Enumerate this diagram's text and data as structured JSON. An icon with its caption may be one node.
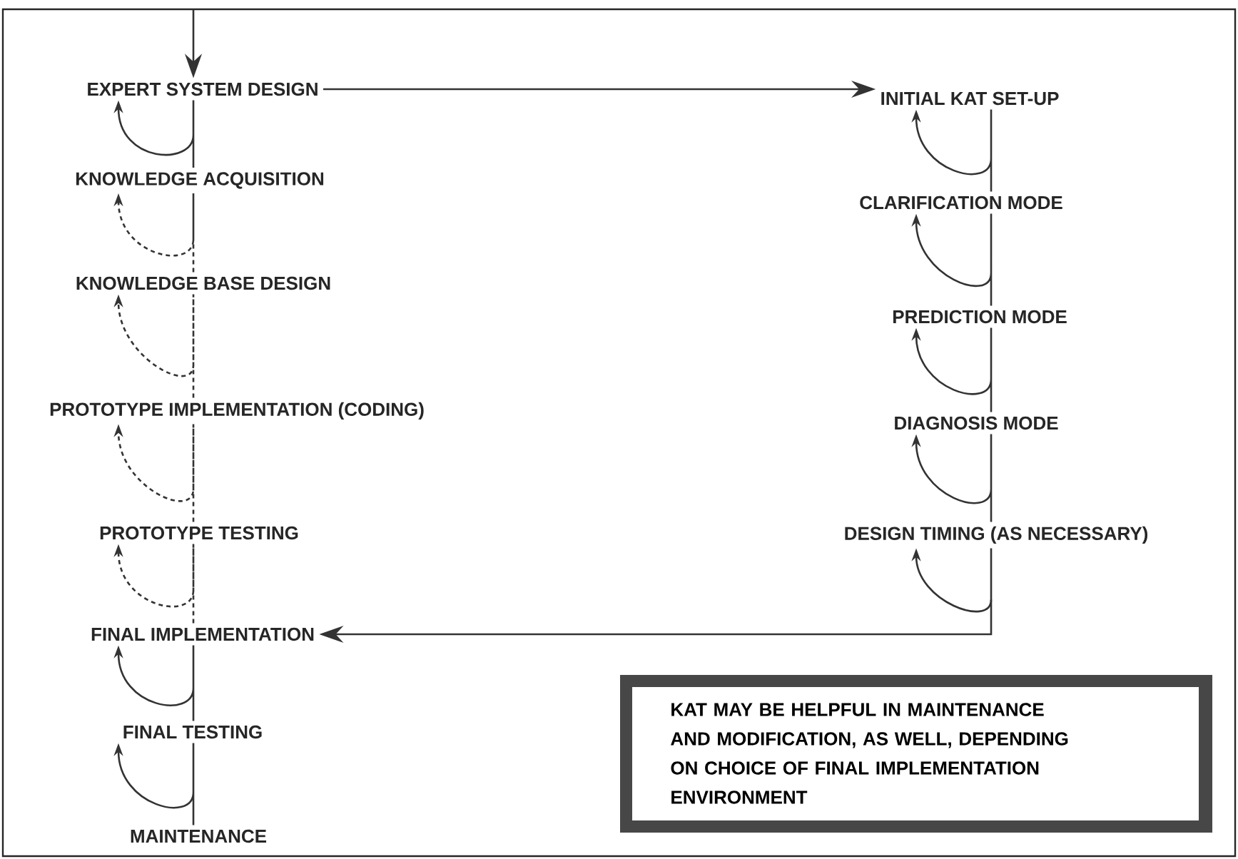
{
  "diagram": {
    "nodes": [
      {
        "text": [
          "EXPERT SYSTEM DESIGN"
        ]
      },
      {
        "text": [
          "KNOWLEDGE ACQUISITION"
        ]
      },
      {
        "text": [
          "KNOWLEDGE BASE DESIGN"
        ]
      },
      {
        "text": [
          "PROTOTYPE IMPLEMENTATION (CODING)"
        ]
      },
      {
        "text": [
          "PROTOTYPE TESTING"
        ]
      },
      {
        "text": [
          "FINAL IMPLEMENTATION"
        ]
      },
      {
        "text": [
          "FINAL TESTING"
        ]
      },
      {
        "text": [
          "MAINTENANCE"
        ]
      },
      {
        "text": [
          "INITIAL KAT SET-UP"
        ]
      },
      {
        "text": [
          "CLARIFICATION MODE"
        ]
      },
      {
        "text": [
          "PREDICTION MODE"
        ]
      },
      {
        "text": [
          "DIAGNOSIS MODE"
        ]
      },
      {
        "text": [
          "DESIGN TIMING (AS NECESSARY)"
        ]
      },
      {
        "text": [
          "KAT MAY BE HELPFUL IN MAINTENANCE AND MODIFICATION, AS WELL, DEPENDING ON CHOICE OF FINAL IMPLEMENTATION ENVIRONMENT"
        ]
      }
    ],
    "edges": [
      {
        "from": null,
        "to": 0,
        "arrow": "to"
      },
      {
        "from": 0,
        "to": 8,
        "arrow": "to"
      },
      {
        "from": 1,
        "to": 0,
        "arrow": "to"
      },
      {
        "from": 2,
        "to": 1,
        "arrow": "to",
        "style": "dashed"
      },
      {
        "from": 3,
        "to": 2,
        "arrow": "to",
        "style": "dashed"
      },
      {
        "from": 4,
        "to": 3,
        "arrow": "to",
        "style": "dashed"
      },
      {
        "from": 5,
        "to": 4,
        "arrow": "to",
        "style": "dashed"
      },
      {
        "from": 6,
        "to": 5,
        "arrow": "to"
      },
      {
        "from": 7,
        "to": 6,
        "arrow": "to"
      },
      {
        "from": 9,
        "to": 8,
        "arrow": "to"
      },
      {
        "from": 10,
        "to": 9,
        "arrow": "to"
      },
      {
        "from": 11,
        "to": 10,
        "arrow": "to"
      },
      {
        "from": 12,
        "to": 11,
        "arrow": "to"
      },
      {
        "from": 12,
        "to": 12,
        "arrow": "to"
      },
      {
        "from": 12,
        "to": 5,
        "arrow": "to"
      }
    ]
  }
}
